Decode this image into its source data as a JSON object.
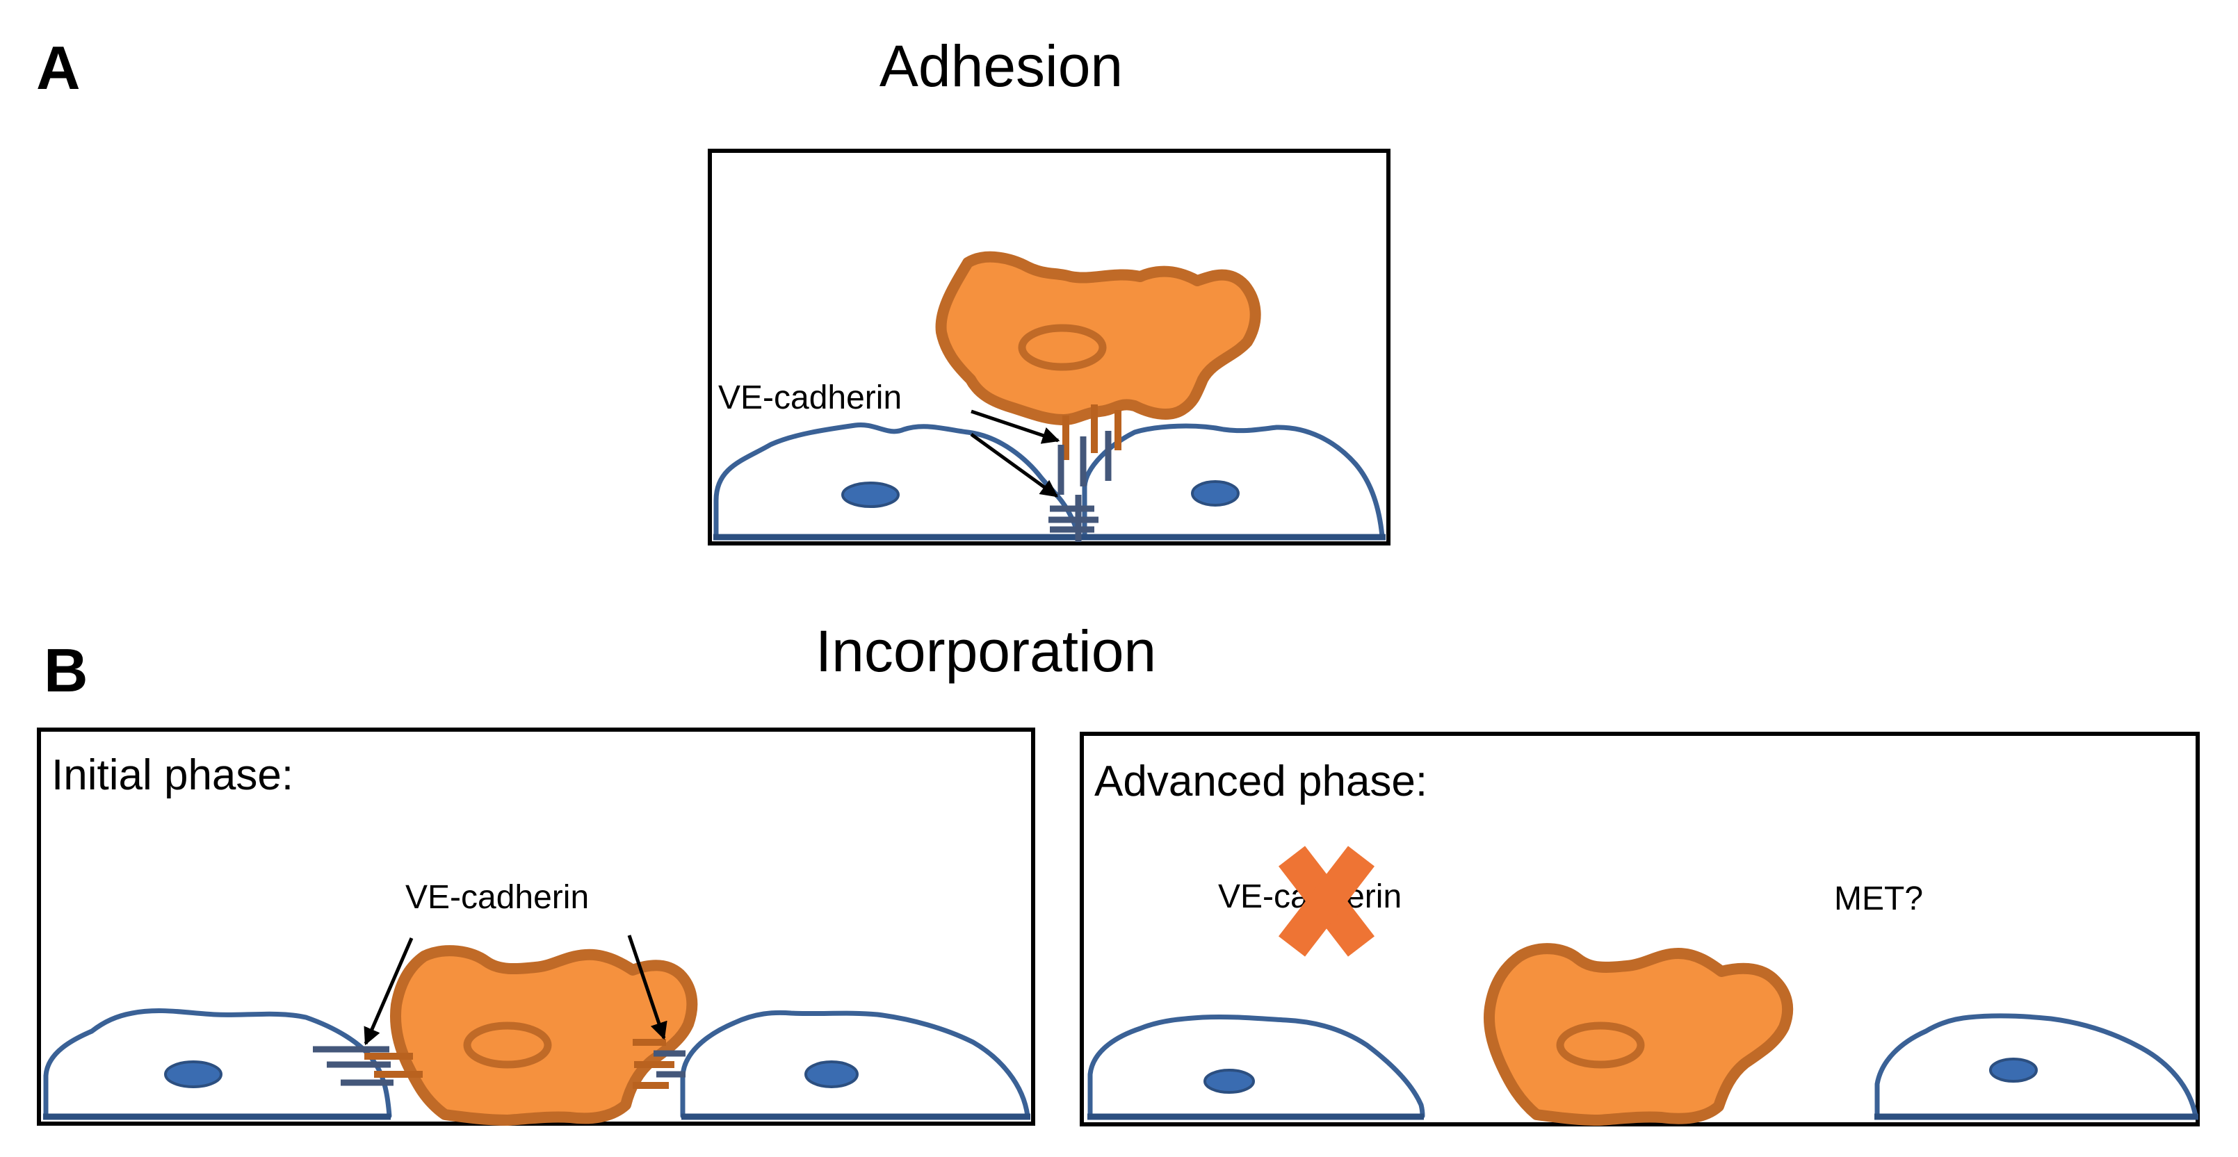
{
  "panel_a": {
    "letter": "A",
    "title": "Adhesion",
    "label": "VE-cadherin"
  },
  "panel_b": {
    "letter": "B",
    "title": "Incorporation",
    "initial": {
      "phase_label": "Initial phase:",
      "label": "VE-cadherin"
    },
    "advanced": {
      "phase_label": "Advanced phase:",
      "label_cadherin": "VE-cadherin",
      "label_met": "MET?"
    }
  },
  "colors": {
    "tumor_cell_fill": "#f5913e",
    "tumor_cell_outline": "#c06a27",
    "endothelial_outline": "#3a6196",
    "nucleus": "#3a6cb1",
    "cross_mark": "#ee7434"
  }
}
